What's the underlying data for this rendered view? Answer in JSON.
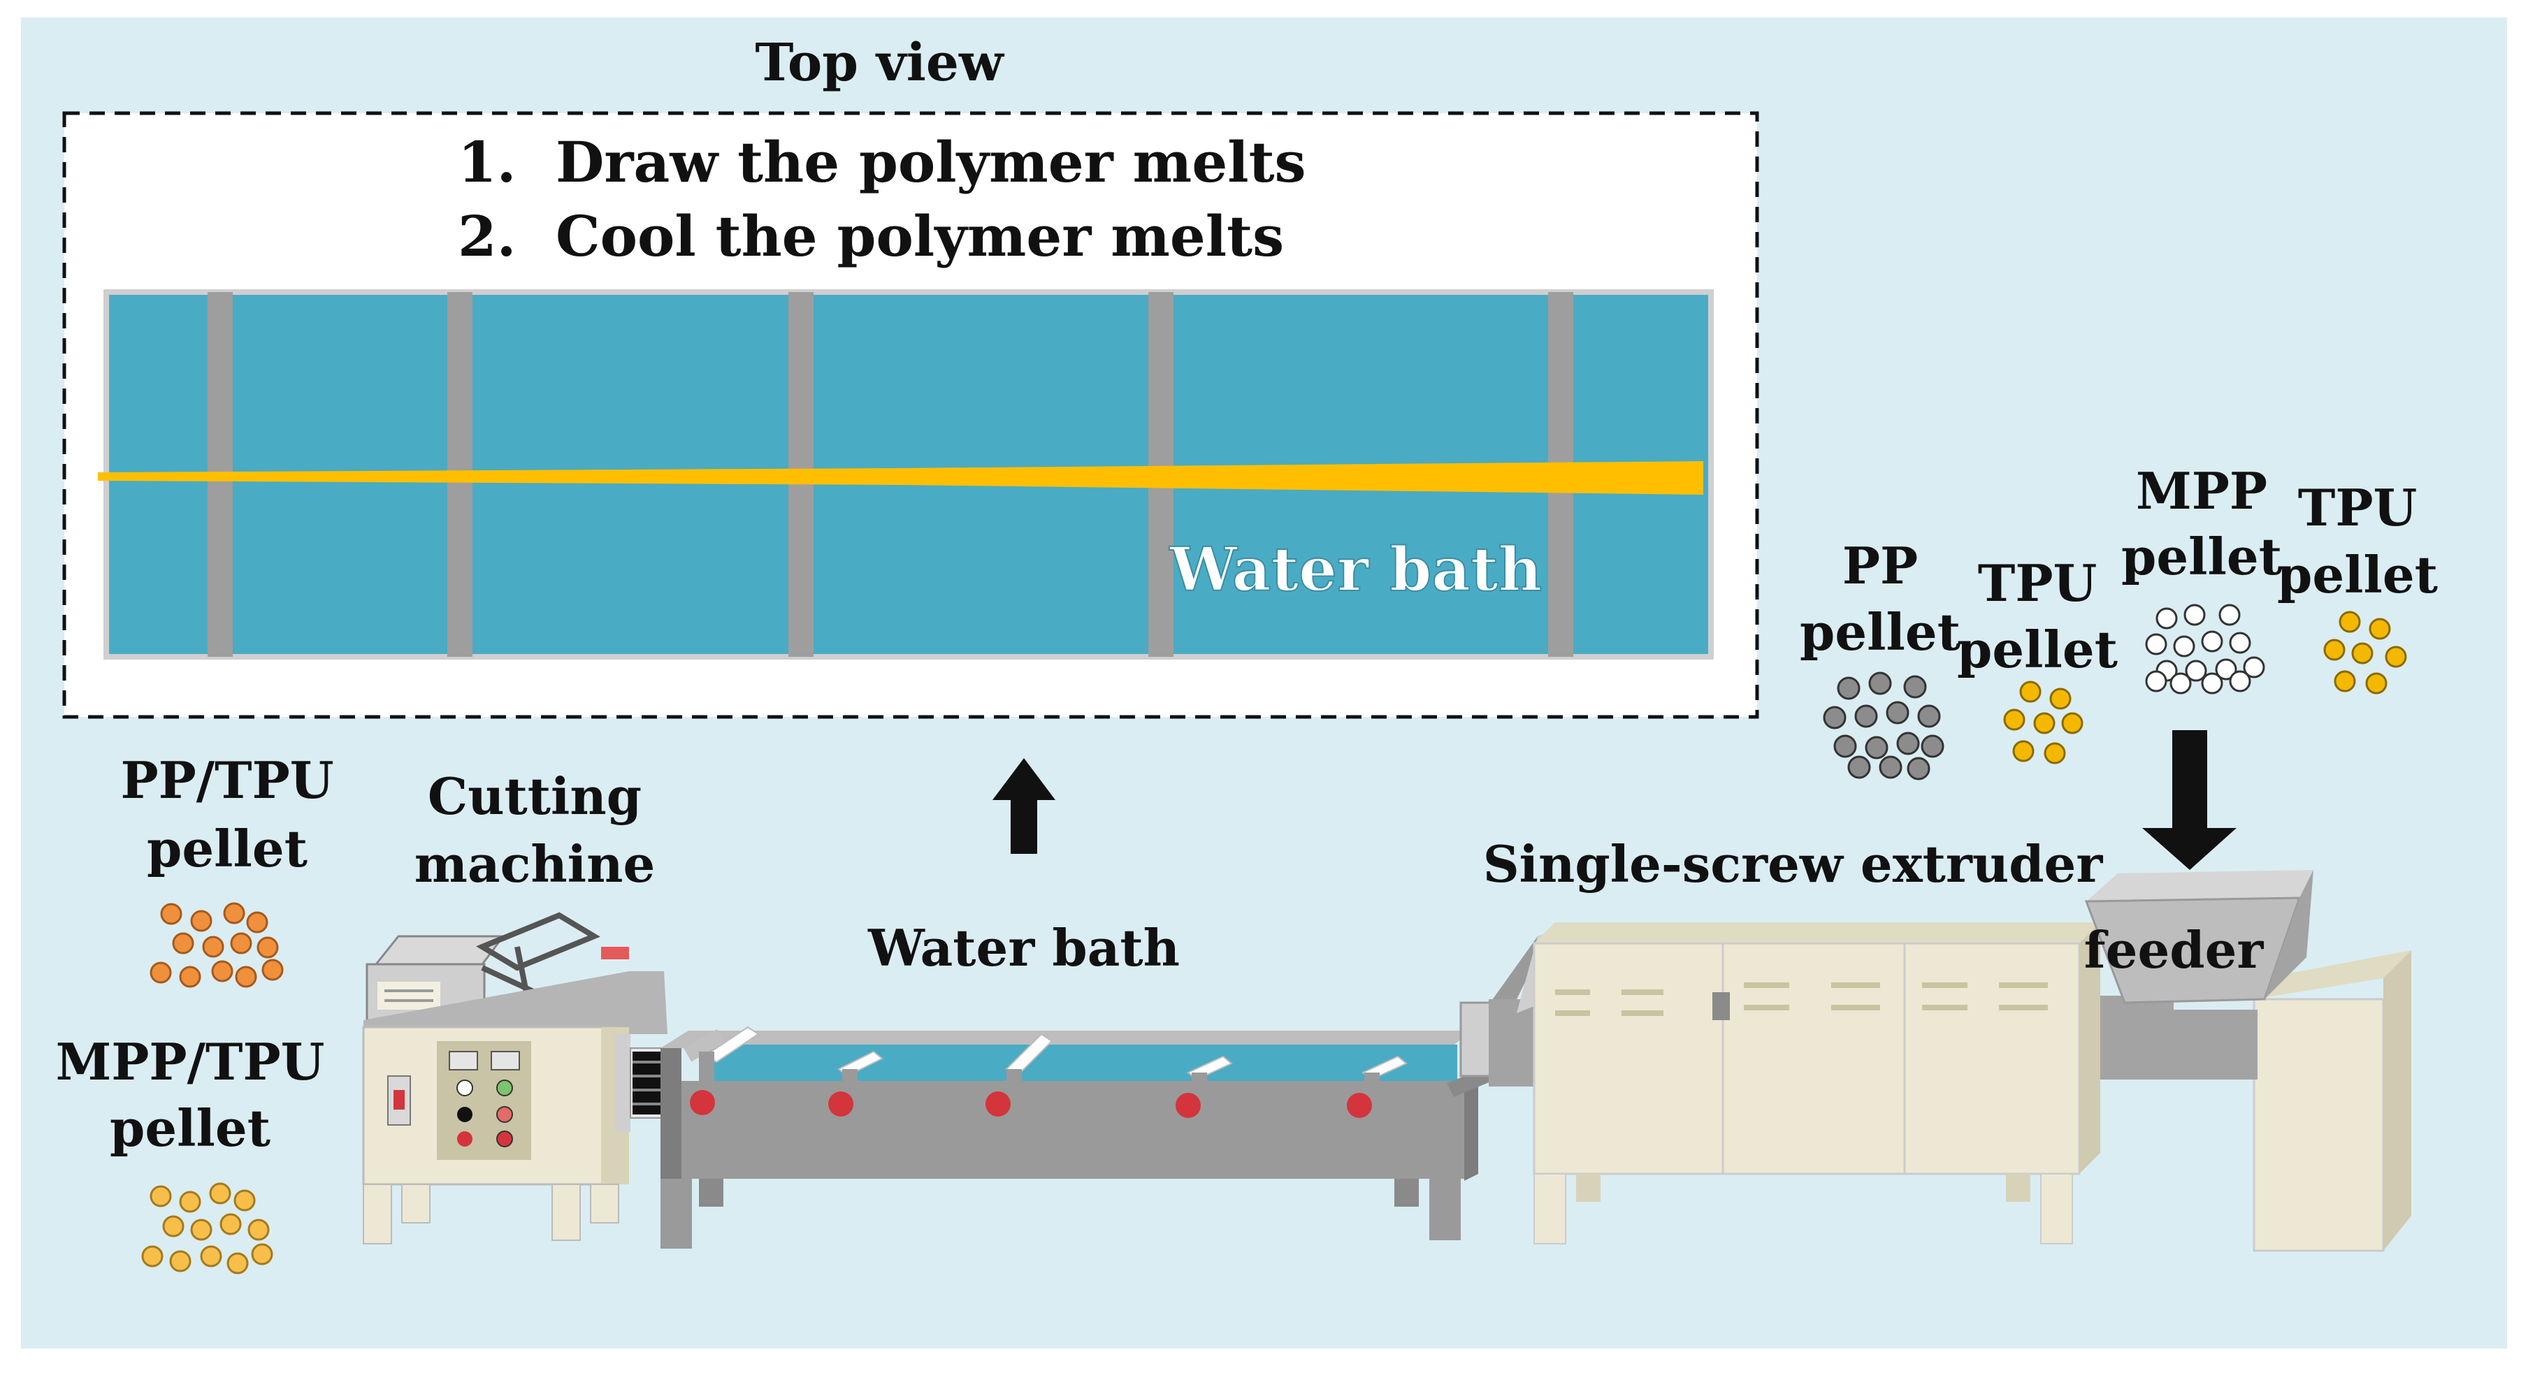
{
  "top_view": {
    "heading": "Top view",
    "steps": [
      "1.",
      "2."
    ],
    "step_texts": [
      "Draw the polymer melts",
      "Cool the polymer melts"
    ],
    "bath_label": "Water bath"
  },
  "labels": {
    "pp_tpu_pellet_l1": "PP/TPU",
    "pp_tpu_pellet_l2": "pellet",
    "mpp_tpu_pellet_l1": "MPP/TPU",
    "mpp_tpu_pellet_l2": "pellet",
    "cutting_machine_l1": "Cutting",
    "cutting_machine_l2": "machine",
    "water_bath": "Water bath",
    "extruder": "Single-screw  extruder",
    "feeder": "feeder",
    "pp_pellet_l1": "PP",
    "pp_pellet_l2": "pellet",
    "tpu_pellet_a_l1": "TPU",
    "tpu_pellet_a_l2": "pellet",
    "mpp_pellet_l1": "MPP",
    "mpp_pellet_l2": "pellet",
    "tpu_pellet_b_l1": "TPU",
    "tpu_pellet_b_l2": "pellet"
  },
  "colors": {
    "background": "#daedf3",
    "water": "#4aabc4",
    "fiber": "#ffbf00",
    "rail": "#9e9e9e",
    "pp_pellet": "#8c8c8c",
    "tpu_pellet": "#f5b800",
    "pp_tpu_pellet": "#f0903c",
    "mpp_tpu_pellet": "#f7bf4a",
    "machine_beige": "#ece8d4",
    "machine_gray": "#9a9a9a",
    "knob_red": "#d4343b"
  }
}
